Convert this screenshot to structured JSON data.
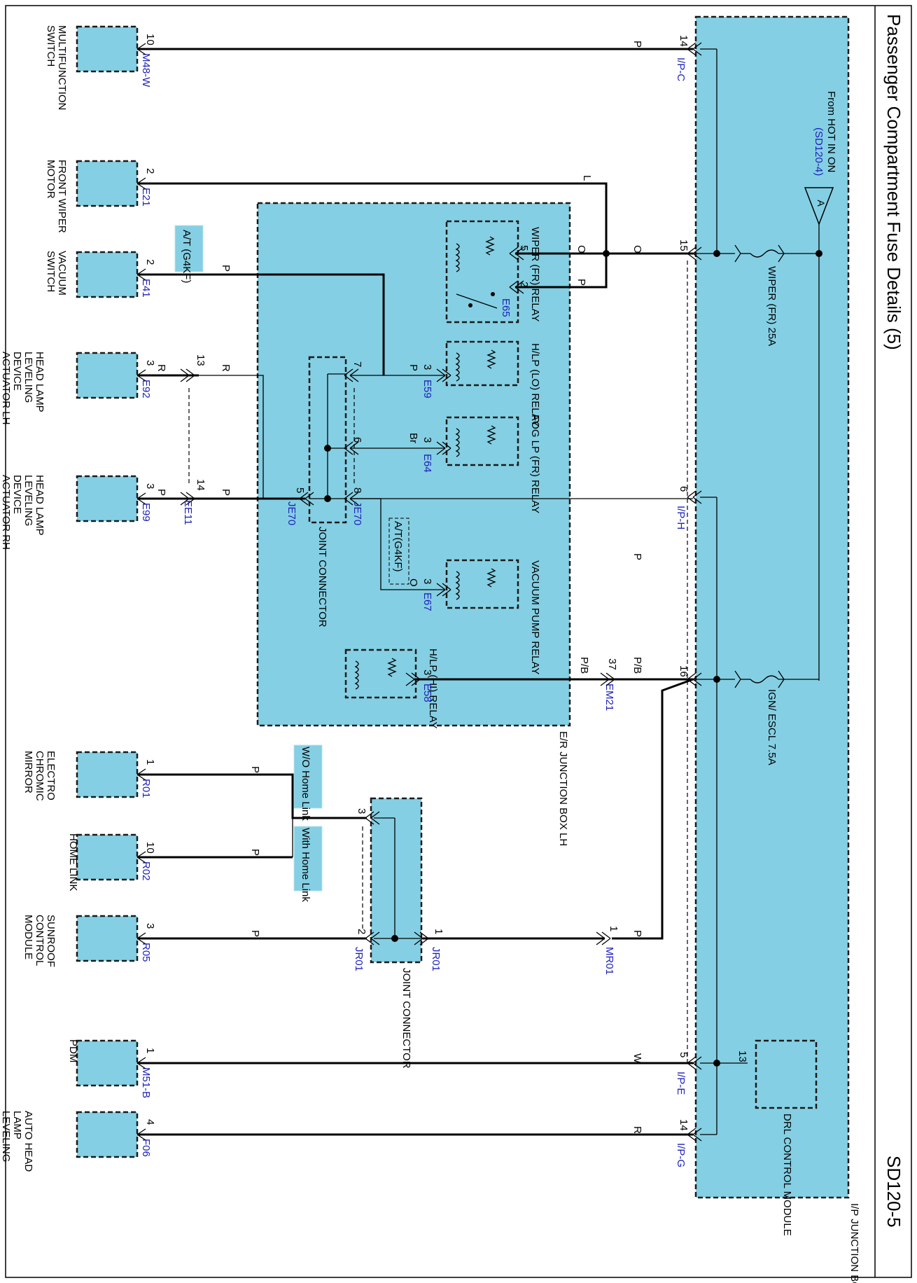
{
  "page": {
    "title": "Passenger Compartment Fuse Details (5)",
    "code": "SD120-5"
  },
  "ip_box": {
    "name": "I/P JUNCTION BOX",
    "source": "From HOT IN ON",
    "source_ref": "(SD120-4)",
    "source_tag": "A",
    "fuse1": "WIPER (FR) 25A",
    "fuse2": "IGN/ ESCL 7.5A",
    "drl": "DRL CONTROL MODULE",
    "drl_pin": "13",
    "pins": [
      "14",
      "15",
      "6",
      "16",
      "5",
      "14"
    ],
    "connectors": [
      "I/P-C",
      "I/P-H",
      "I/P-E",
      "I/P-G"
    ]
  },
  "er_box": {
    "name": "E/R JUNCTION BOX LH",
    "wiper_relay": "WIPER (FR) RELAY",
    "hlp_lo_relay": "H/LP (LO) RELAY",
    "fog_relay": "FOG LP (FR) RELAY",
    "vacuum_relay": "VACUUM PUMP RELAY",
    "hlp_hi_relay": "H/LP (HI) RELAY",
    "joint": "JOINT CONNECTOR",
    "at_label": "A/T(G4KF)",
    "connectors": [
      "E65",
      "E59",
      "E64",
      "E67",
      "E58",
      "JE70",
      "JE70",
      "EM21"
    ],
    "pins": [
      "5",
      "2",
      "3",
      "3",
      "3",
      "3",
      "7",
      "6",
      "8",
      "5",
      "37"
    ]
  },
  "wires": {
    "colors": [
      "P",
      "L",
      "O",
      "O",
      "P",
      "P",
      "R",
      "R",
      "P",
      "Br",
      "P",
      "P",
      "O",
      "P/B",
      "P/B",
      "P",
      "P",
      "P",
      "P",
      "W",
      "R"
    ]
  },
  "inline": {
    "ee11": "EE11",
    "ee11_pins": [
      "13",
      "14"
    ],
    "mr01": "MR01",
    "mr01_pin": "1",
    "jr01": "JR01",
    "jr01_pins": [
      "1",
      "2",
      "3"
    ],
    "joint2": "JOINT CONNECTOR",
    "wo_home": "W/O Home Link",
    "with_home": "With Home Link",
    "at_note": "A/T (G4KF)"
  },
  "components": [
    {
      "name": "MULTIFUNCTION SWITCH",
      "pin": "10",
      "conn": "M48-W"
    },
    {
      "name": "FRONT WIPER MOTOR",
      "pin": "2",
      "conn": "E21"
    },
    {
      "name": "VACUUM SWITCH",
      "pin": "2",
      "conn": "E41"
    },
    {
      "name": "HEAD LAMP LEVELING DEVICE ACTUATOR LH",
      "pin": "3",
      "conn": "E92"
    },
    {
      "name": "HEAD LAMP LEVELING DEVICE ACTUATOR RH",
      "pin": "3",
      "conn": "E99"
    },
    {
      "name": "ELECTRO CHROMIC MIRROR",
      "pin": "1",
      "conn": "R01"
    },
    {
      "name": "HOME LINK",
      "pin": "10",
      "conn": "R02"
    },
    {
      "name": "SUNROOF CONTROL MODULE",
      "pin": "3",
      "conn": "R05"
    },
    {
      "name": "PDM",
      "pin": "1",
      "conn": "M51-B"
    },
    {
      "name": "AUTO HEAD LAMP LEVELING DEVICE SENSOR",
      "pin": "4",
      "conn": "F06"
    }
  ],
  "colors": {
    "box_fill": "#84cfe3",
    "connector_text": "#1d21b8",
    "line": "#000000"
  }
}
